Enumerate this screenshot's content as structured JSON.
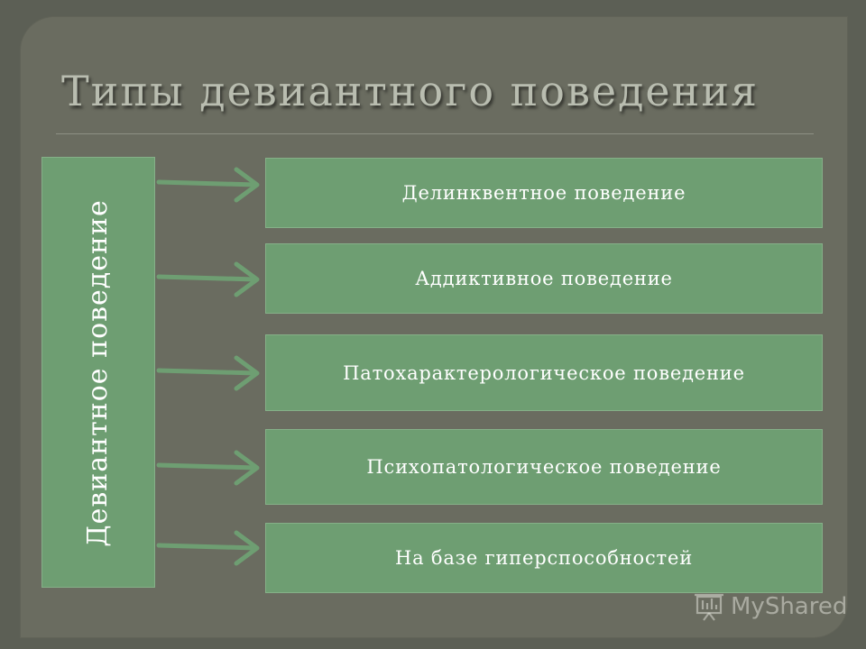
{
  "slide": {
    "title": "Типы девиантного поведения"
  },
  "diagram": {
    "root_label": "Девиантное поведение",
    "types": [
      "Делинквентное поведение",
      "Аддиктивное поведение",
      "Патохарактерологическое поведение",
      "Психопатологическое поведение",
      "На базе гиперспособностей"
    ],
    "colors": {
      "box_fill": "#6e9e72",
      "arrow": "#6e9e72",
      "background": "#6a6c60",
      "title": "#b9bdb0"
    }
  },
  "watermark": {
    "text": "MyShared",
    "icon": "projector-screen-icon"
  }
}
